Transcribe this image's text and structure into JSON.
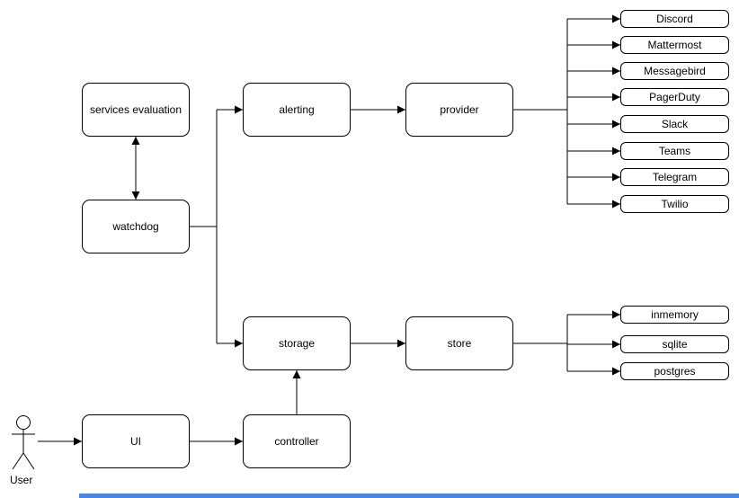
{
  "diagram": {
    "nodes": {
      "services_evaluation": "services evaluation",
      "watchdog": "watchdog",
      "alerting": "alerting",
      "provider": "provider",
      "storage": "storage",
      "store": "store",
      "ui": "UI",
      "controller": "controller"
    },
    "provider_children": [
      "Discord",
      "Mattermost",
      "Messagebird",
      "PagerDuty",
      "Slack",
      "Teams",
      "Telegram",
      "Twilio"
    ],
    "store_children": [
      "inmemory",
      "sqlite",
      "postgres"
    ],
    "actor_label": "User",
    "colors": {
      "stroke": "#000000",
      "node_fill": "#ffffff",
      "background": "#ffffff",
      "bottom_bar": "#4a86e8"
    }
  }
}
